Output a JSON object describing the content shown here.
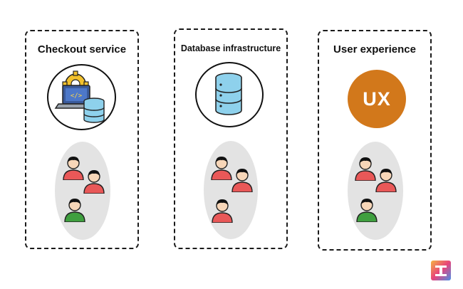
{
  "teams": [
    {
      "title": "Checkout service",
      "icon": "laptop-code-database-icon"
    },
    {
      "title": "Database infrastructure",
      "icon": "database-icon"
    },
    {
      "title": "User experience",
      "icon": "ux-badge-icon",
      "badge_text": "UX",
      "badge_color": "#d2781b"
    }
  ],
  "colors": {
    "red_shirt": "#e95858",
    "green_shirt": "#3f9f3f",
    "skin": "#f7d6b8",
    "hair": "#111111",
    "database_blue": "#8ed1ec",
    "gear_yellow": "#f2c12e"
  },
  "logo": {
    "name": "brand-logo-icon"
  }
}
